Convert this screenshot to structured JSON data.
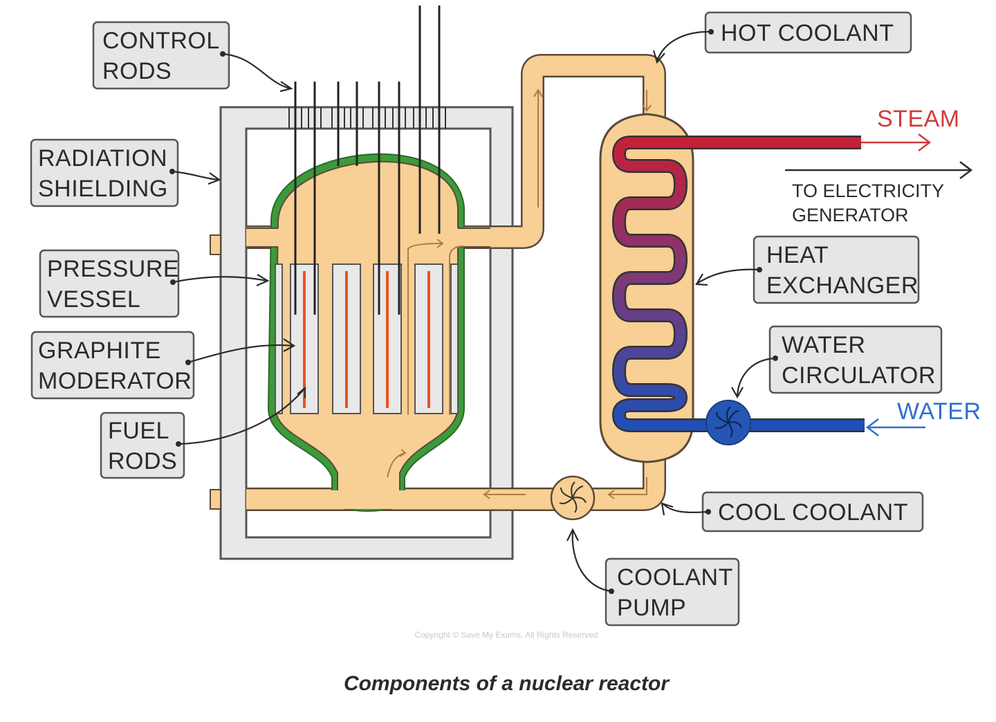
{
  "labels": {
    "control_rods": [
      "CONTROL",
      "RODS"
    ],
    "radiation_shielding": [
      "RADIATION",
      "SHIELDING"
    ],
    "pressure_vessel": [
      "PRESSURE",
      "VESSEL"
    ],
    "graphite_moderator": [
      "GRAPHITE",
      "MODERATOR"
    ],
    "fuel_rods": [
      "FUEL",
      "RODS"
    ],
    "hot_coolant": "HOT  COOLANT",
    "heat_exchanger": [
      "HEAT",
      "EXCHANGER"
    ],
    "water_circulator": [
      "WATER",
      "CIRCULATOR"
    ],
    "cool_coolant": "COOL  COOLANT",
    "coolant_pump": [
      "COOLANT",
      "PUMP"
    ],
    "steam": "STEAM",
    "water": "WATER",
    "to_generator": [
      "TO ELECTRICITY",
      "GENERATOR"
    ]
  },
  "caption": "Components of a nuclear reactor",
  "copyright": "Copyright © Save My Exams. All Rights Reserved",
  "colors": {
    "coolant_fill": "#f8cf94",
    "coolant_outline": "#5a4a3a",
    "vessel_outline": "#3d9a3a",
    "shielding": "#e8e8e8",
    "fuel_rod": "#e8541f",
    "steam": "#d23b3b",
    "water": "#2f6fd0",
    "coil_top": "#c4203a",
    "coil_bottom": "#1f4fb8",
    "circulator": "#2656b4"
  }
}
